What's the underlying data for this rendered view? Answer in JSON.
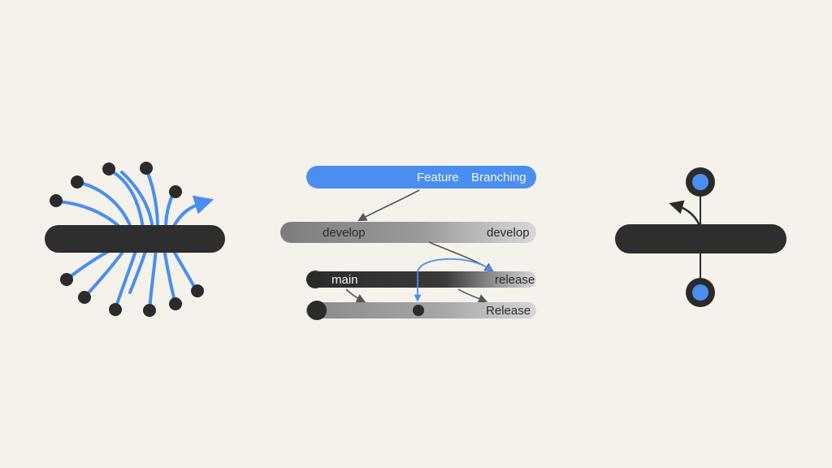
{
  "colors": {
    "background": "#f5f2eb",
    "accent_blue": "#4a8ef0",
    "bar_dark": "#2e2e2e",
    "bar_gray": "#7a7a7a",
    "dot_dark": "#2b2b2b",
    "arrow_gray": "#555555"
  },
  "branches": {
    "feature": {
      "left_label": "Feature",
      "right_label": "Branching"
    },
    "develop": {
      "left_label": "develop",
      "right_label": "develop"
    },
    "main": {
      "left_label": "main",
      "right_label": "release"
    },
    "release": {
      "right_label": "Release"
    }
  }
}
